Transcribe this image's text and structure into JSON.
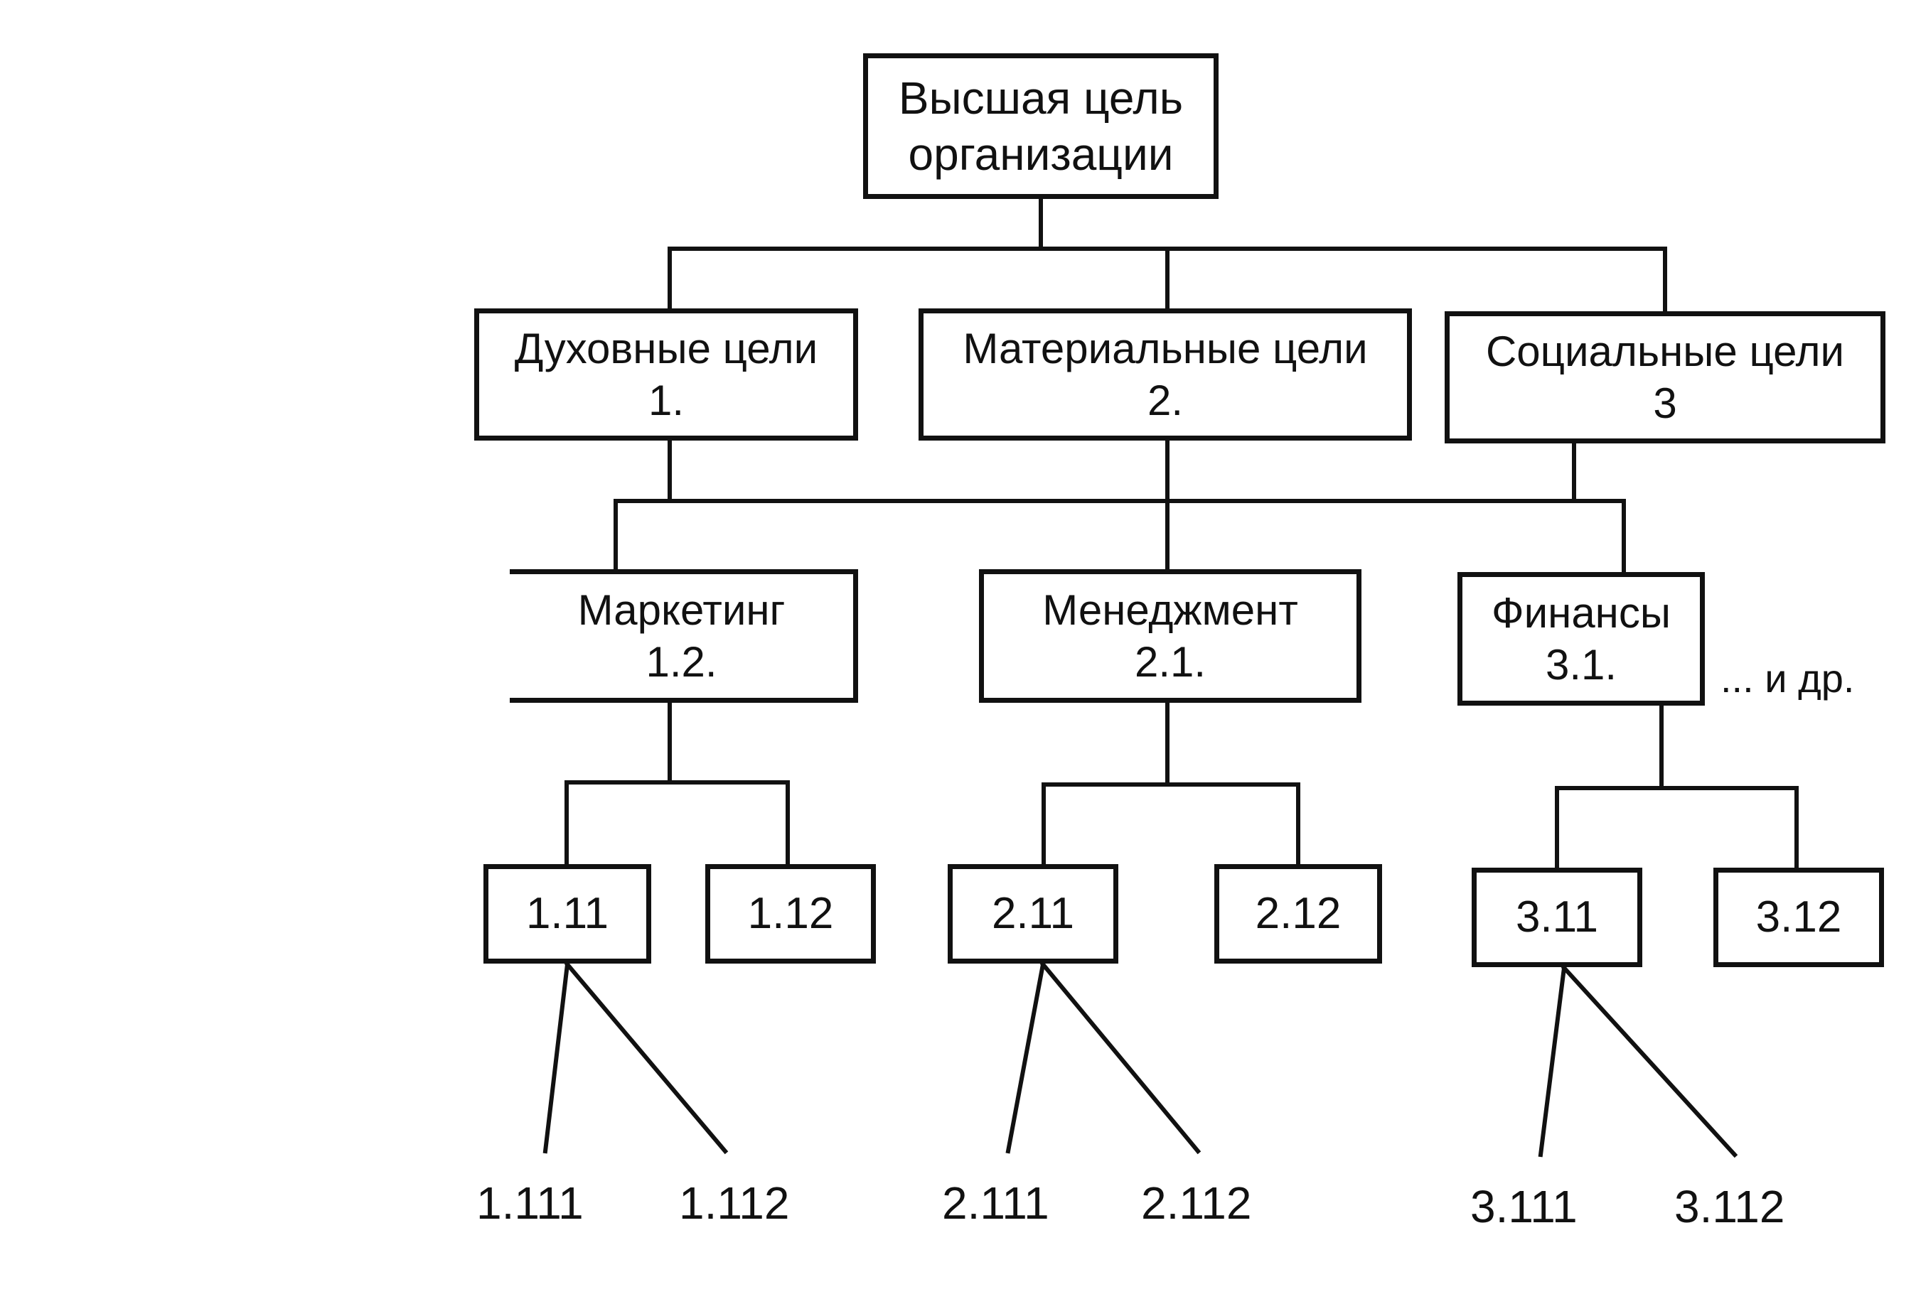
{
  "diagram": {
    "root": {
      "line1": "Высшая цель",
      "line2": "организации"
    },
    "level1": [
      {
        "title": "Духовные цели",
        "code": "1."
      },
      {
        "title": "Материальные цели",
        "code": "2."
      },
      {
        "title": "Социальные цели",
        "code": "3"
      }
    ],
    "level2": [
      {
        "title": "Маркетинг",
        "code": "1.2."
      },
      {
        "title": "Менеджмент",
        "code": "2.1."
      },
      {
        "title": "Финансы",
        "code": "3.1."
      }
    ],
    "more_note": "... и др.",
    "level3": [
      "1.11",
      "1.12",
      "2.11",
      "2.12",
      "3.11",
      "3.12"
    ],
    "level4": [
      "1.111",
      "1.112",
      "2.111",
      "2.112",
      "3.111",
      "3.112"
    ]
  }
}
